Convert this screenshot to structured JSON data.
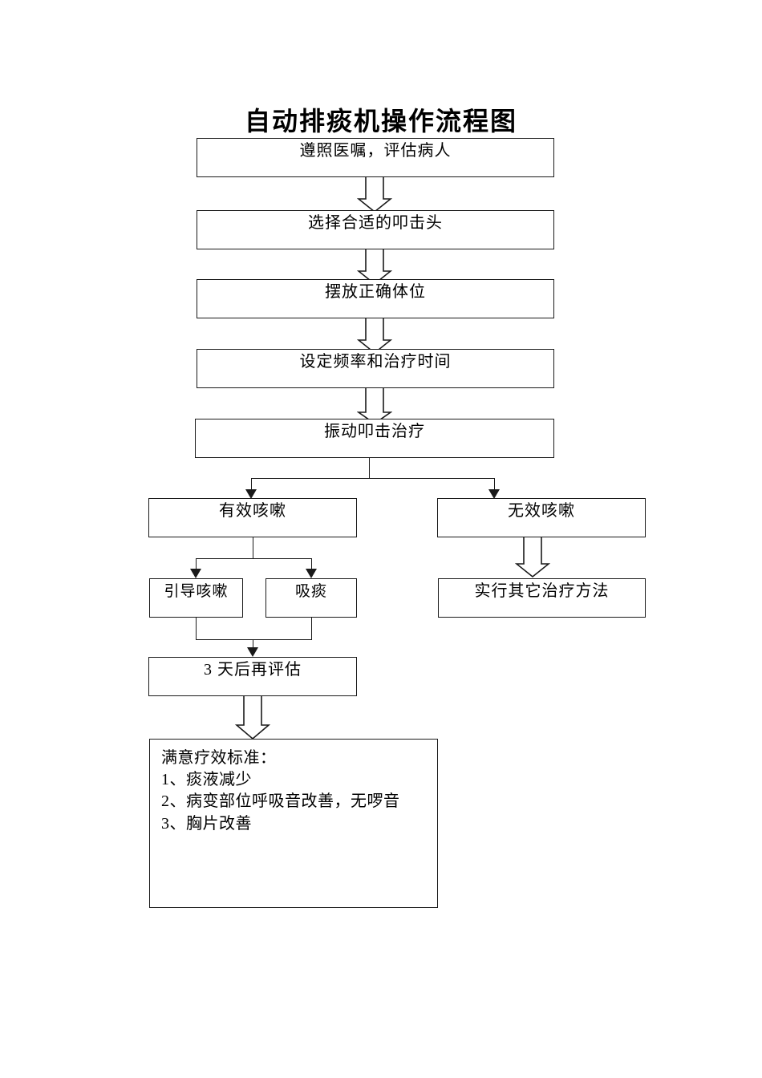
{
  "document": {
    "title": "自动排痰机操作流程图"
  },
  "flowchart": {
    "type": "flowchart",
    "orientation": "top-down",
    "nodes": [
      {
        "id": "n1",
        "label": "遵照医嘱，评估病人"
      },
      {
        "id": "n2",
        "label": "选择合适的叩击头"
      },
      {
        "id": "n3",
        "label": "摆放正确体位"
      },
      {
        "id": "n4",
        "label": "设定频率和治疗时间"
      },
      {
        "id": "n5",
        "label": "振动叩击治疗"
      },
      {
        "id": "n6",
        "label": "有效咳嗽"
      },
      {
        "id": "n7",
        "label": "无效咳嗽"
      },
      {
        "id": "n8",
        "label": "引导咳嗽"
      },
      {
        "id": "n9",
        "label": "吸痰"
      },
      {
        "id": "n10",
        "label": "实行其它治疗方法"
      },
      {
        "id": "n11",
        "label": "3 天后再评估"
      }
    ],
    "criteria_box": {
      "heading": "满意疗效标准：",
      "items": [
        "1、痰液减少",
        "2、病变部位呼吸音改善，无啰音",
        "3、胸片改善"
      ]
    },
    "edges": [
      {
        "from": "n1",
        "to": "n2",
        "style": "block-arrow"
      },
      {
        "from": "n2",
        "to": "n3",
        "style": "block-arrow"
      },
      {
        "from": "n3",
        "to": "n4",
        "style": "block-arrow"
      },
      {
        "from": "n4",
        "to": "n5",
        "style": "block-arrow"
      },
      {
        "from": "n5",
        "to": "n6",
        "style": "line-arrow"
      },
      {
        "from": "n5",
        "to": "n7",
        "style": "line-arrow"
      },
      {
        "from": "n6",
        "to": "n8",
        "style": "line-arrow"
      },
      {
        "from": "n6",
        "to": "n9",
        "style": "line-arrow"
      },
      {
        "from": "n7",
        "to": "n10",
        "style": "block-arrow"
      },
      {
        "from": "n8",
        "to": "n11",
        "style": "line-arrow"
      },
      {
        "from": "n9",
        "to": "n11",
        "style": "line-arrow"
      },
      {
        "from": "n11",
        "to": "criteria_box",
        "style": "block-arrow"
      }
    ]
  },
  "colors": {
    "stroke": "#1a1a1a",
    "background": "#ffffff",
    "text": "#000000"
  }
}
